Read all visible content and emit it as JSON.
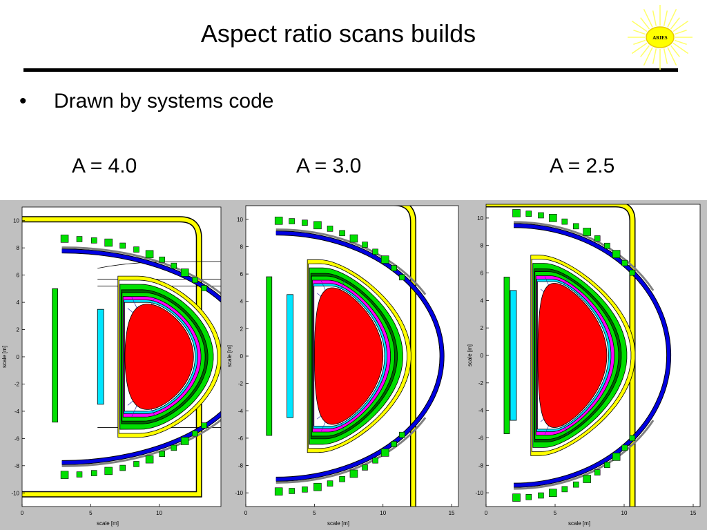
{
  "slide": {
    "title": "Aspect ratio scans builds",
    "bullet_text": "Drawn by systems code",
    "logo_text": "ARIES",
    "colors": {
      "plasma": "#ff0000",
      "inner_layer": "#00e5ff",
      "magenta_layer": "#ff00ff",
      "green_layer": "#00e000",
      "dark_green_layer": "#006400",
      "yellow_layer": "#ffff00",
      "blue_coil": "#0000e0",
      "gray_layer": "#808080",
      "background_band": "#c0c0c0"
    }
  },
  "panels": [
    {
      "id": "a40",
      "label": "A = 4.0",
      "x_label": "scale [m]",
      "y_label": "scale [m]",
      "x_ticks": [
        0,
        5,
        10
      ],
      "y_ticks": [
        10,
        8,
        6,
        4,
        2,
        0,
        -2,
        -4,
        -6,
        -8,
        -10
      ],
      "x_range": [
        0,
        14.5
      ],
      "y_range": [
        -11,
        11
      ]
    },
    {
      "id": "a30",
      "label": "A = 3.0",
      "x_label": "scale [m]",
      "y_label": "scale [m]",
      "x_ticks": [
        0,
        5,
        10,
        15
      ],
      "y_ticks": [
        10,
        8,
        6,
        4,
        2,
        0,
        -2,
        -4,
        -6,
        -8,
        -10
      ],
      "x_range": [
        0,
        15.5
      ],
      "y_range": [
        -11,
        11
      ]
    },
    {
      "id": "a25",
      "label": "A = 2.5",
      "x_label": "scale [m]",
      "y_label": "scale [m]",
      "x_ticks": [
        0,
        5,
        10,
        15
      ],
      "y_ticks": [
        10,
        8,
        6,
        4,
        2,
        0,
        -2,
        -4,
        -6,
        -8,
        -10
      ],
      "x_range": [
        0,
        15.5
      ],
      "y_range": [
        -11,
        11
      ]
    }
  ]
}
